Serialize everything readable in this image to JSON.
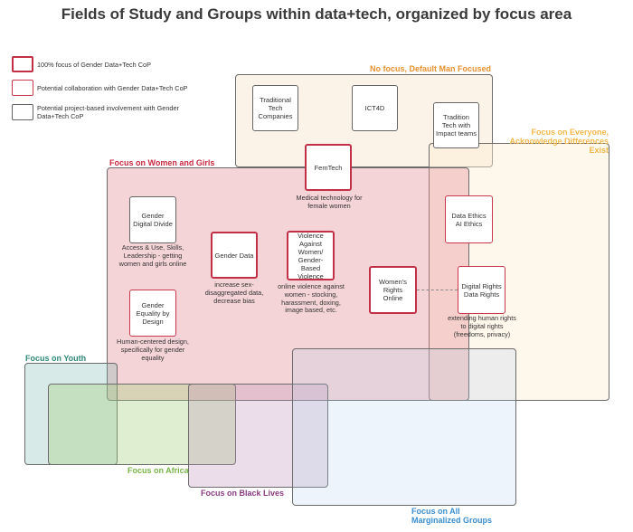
{
  "title": "Fields of Study and Groups within data+tech, organized by focus area",
  "legend": {
    "focus_100": "100% focus of Gender Data+Tech CoP",
    "potential_collab": "Potential collaboration with Gender Data+Tech CoP",
    "potential_project": "Potential project-based involvement with Gender Data+Tech CoP"
  },
  "regions": {
    "no_focus": "No focus, Default Man Focused",
    "everyone": "Focus on Everyone, Acknowledge Differences Exist",
    "women_girls": "Focus on Women and Girls",
    "youth": "Focus on Youth",
    "africa": "Focus on Africa",
    "black_lives": "Focus on Black Lives",
    "marginalized": "Focus on All Marginalized Groups"
  },
  "nodes": {
    "traditional_tech": "Traditional Tech Companies",
    "ict4d": "ICT4D",
    "tradition_tech_impact": "Tradition Tech with Impact teams",
    "femtech": "FemTech",
    "femtech_desc": "Medical technology for female women",
    "digital_divide": "Gender Digital Divide",
    "digital_divide_desc": "Access & Use, Skills, Leadership - getting women and girls online",
    "gender_data": "Gender Data",
    "gender_data_desc": "increase sex-disaggregated data, decrease bias",
    "violence": "Violence Against Women/ Gender-Based Violence",
    "violence_desc": "online violence against women - stocking, harassment, doxing, image based, etc.",
    "womens_rights": "Women's Rights Online",
    "data_ethics": "Data Ethics AI Ethics",
    "digital_rights": "Digital Rights Data Rights",
    "digital_rights_desc": "extending human rights to digital rights (freedoms, privacy)",
    "equality_design": "Gender Equality by Design",
    "equality_design_desc": "Human-centered design, specifically for gender equality"
  },
  "colors": {
    "no_focus": "#e8912f",
    "everyone": "#f2b84b",
    "women_girls": "#c9283e",
    "youth": "#2f8a78",
    "africa": "#7ab648",
    "black_lives": "#8a3c83",
    "marginalized": "#3b8fd1"
  }
}
